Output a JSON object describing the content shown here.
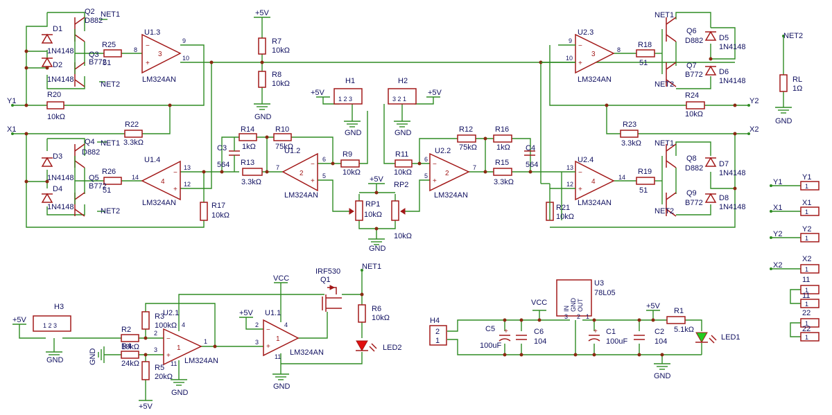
{
  "labels": {
    "q2": "Q2",
    "q2v": "D882",
    "q3": "Q3",
    "q3v": "B772",
    "d1": "D1",
    "d1v": "1N4148",
    "d2": "D2",
    "d2v": "1N4148",
    "r25": "R25",
    "r25v": "51",
    "u13": "U1.3",
    "u13n": "LM324AN",
    "u13pin": "3",
    "n8a": "8",
    "n9a": "9",
    "n10a": "10",
    "net1a": "NET1",
    "net2a": "NET2",
    "y1": "Y1",
    "r20": "R20",
    "r20v": "10kΩ",
    "x1": "X1",
    "r22": "R22",
    "r22v": "3.3kΩ",
    "q4": "Q4",
    "q4v": "D882",
    "q5": "Q5",
    "q5v": "B772",
    "d3": "D3",
    "d3v": "1N4148",
    "d4": "D4",
    "d4v": "1N4148",
    "r26": "R26",
    "r26v": "51",
    "u14": "U1.4",
    "u14n": "LM324AN",
    "u14pin": "4",
    "n14a": "14",
    "n13a": "13",
    "n12a": "12",
    "net1b": "NET1",
    "net2b": "NET2",
    "p5a": "+5V",
    "r7": "R7",
    "r7v": "10kΩ",
    "r8": "R8",
    "r8v": "10kΩ",
    "gnd1": "GND",
    "c3": "C3",
    "c3v": "564",
    "r14": "R14",
    "r14v": "1kΩ",
    "r10": "R10",
    "r10v": "75kΩ",
    "r13": "R13",
    "r13v": "3.3kΩ",
    "u12": "U1.2",
    "u12n": "LM324AN",
    "u12pin": "2",
    "n7a": "7",
    "n6a": "6",
    "n5a": "5",
    "r9": "R9",
    "r9v": "10kΩ",
    "r17": "R17",
    "r17v": "10kΩ",
    "h1": "H1",
    "h2": "H2",
    "p5b": "+5V",
    "p5c": "+5V",
    "gnd2": "GND",
    "gnd3": "GND",
    "h1p": "1 2 3",
    "h2p": "3 2 1",
    "p5d": "+5V",
    "rp1": "RP1",
    "rp1v": "10kΩ",
    "rp2": "RP2",
    "rp2v": "10kΩ",
    "gnd4": "GND",
    "r11": "R11",
    "r11v": "10kΩ",
    "u22": "U2.2",
    "u22n": "LM324AN",
    "u22pin": "2",
    "n6b": "6",
    "n5b": "5",
    "n7b": "7",
    "r12": "R12",
    "r12v": "75kΩ",
    "r16": "R16",
    "r16v": "1kΩ",
    "c4": "C4",
    "c4v": "564",
    "r15": "R15",
    "r15v": "3.3kΩ",
    "u23": "U2.3",
    "u23n": "LM324AN",
    "u23pin": "3",
    "n9b": "9",
    "n10b": "10",
    "n8b": "8",
    "r18": "R18",
    "r18v": "51",
    "q6": "Q6",
    "q6v": "D882",
    "q7": "Q7",
    "q7v": "B772",
    "d5": "D5",
    "d5v": "1N4148",
    "d6": "D6",
    "d6v": "1N4148",
    "net1c": "NET1",
    "net2c": "NET2",
    "r24": "R24",
    "r24v": "10kΩ",
    "y2": "Y2",
    "r23": "R23",
    "r23v": "3.3kΩ",
    "x2": "X2",
    "u24": "U2.4",
    "u24n": "LM324AN",
    "u24pin": "4",
    "n13b": "13",
    "n12b": "12",
    "n14b": "14",
    "r19": "R19",
    "r19v": "51",
    "q8": "Q8",
    "q8v": "D882",
    "q9": "Q9",
    "q9v": "B772",
    "d7": "D7",
    "d7v": "1N4148",
    "d8": "D8",
    "d8v": "1N4148",
    "net1d": "NET1",
    "net2d": "NET2",
    "r21": "R21",
    "r21v": "10kΩ",
    "net2e": "NET2",
    "rl": "RL",
    "rlv": "1Ω",
    "gnd5": "GND",
    "cy1": "Y1",
    "cy1t": "Y1",
    "cx1": "X1",
    "cx1t": "X1",
    "cy2": "Y2",
    "cy2t": "Y2",
    "cx2": "X2",
    "cx2t": "X2",
    "j11a": "11",
    "j11b": "11",
    "j22a": "22",
    "j22b": "22",
    "h3": "H3",
    "p5e": "+5V",
    "gnd6": "GND",
    "h3p": "1 2 3",
    "r2": "R2",
    "r2v": "10kΩ",
    "r3": "R3",
    "r3v": "100kΩ",
    "r4": "R4",
    "r4v": "24kΩ",
    "r5": "R5",
    "r5v": "20kΩ",
    "u21": "U2.1",
    "u21n": "LM324AN",
    "u21pin": "1",
    "n2c": "2",
    "n3c": "3",
    "n1c": "1",
    "n4c": "4",
    "n11c": "11",
    "gnd7": "GND",
    "gnd8": "GND",
    "p5f": "+5V",
    "vcc1": "VCC",
    "p5g": "+5V",
    "u11": "U1.1",
    "u11n": "LM324AN",
    "u11pin": "1",
    "n2d": "2",
    "n3d": "3",
    "n4d": "4",
    "n11d": "11",
    "gnd9": "GND",
    "irf": "IRF530",
    "q1": "Q1",
    "net1e": "NET1",
    "r6": "R6",
    "r6v": "10kΩ",
    "led2": "LED2",
    "h4": "H4",
    "h4p1": "2",
    "h4p2": "1",
    "c5": "C5",
    "c5v": "100uF",
    "vcc2": "VCC",
    "c6": "C6",
    "c6v": "104",
    "u3": "U3",
    "u3v": "78L05",
    "u3in": "IN",
    "u3gnd": "GND",
    "u3out": "OUT",
    "u3p3": "3",
    "u3p2": "2",
    "u3p1": "1",
    "p5h": "+5V",
    "c1": "C1",
    "c1v": "100uF",
    "c2": "C2",
    "c2v": "104",
    "r1": "R1",
    "r1v": "5.1kΩ",
    "led1": "LED1",
    "gnd10": "GND"
  }
}
